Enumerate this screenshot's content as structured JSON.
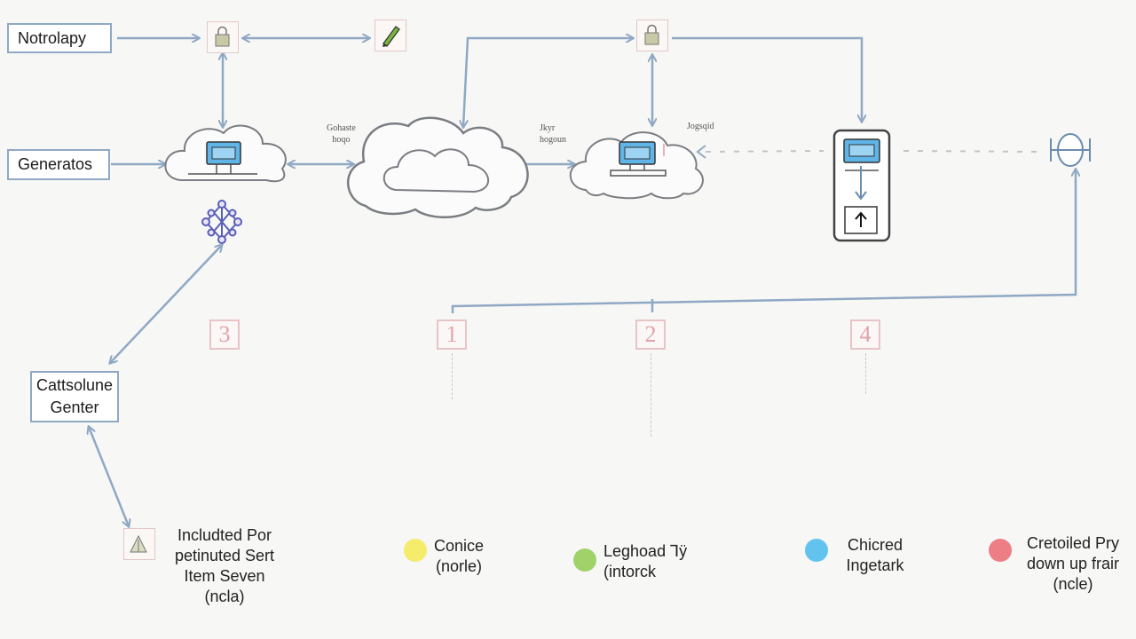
{
  "boxes": {
    "notrolapy": "Notrolapy",
    "generators": "Generatos",
    "console_line1": "Cattsolune",
    "console_line2": "Genter"
  },
  "cloud_labels": {
    "left": [
      "Gohaste",
      "hoqo"
    ],
    "middle": [
      "Jkyr",
      "hogoun"
    ],
    "right": "Jogsqid"
  },
  "step_numbers": [
    "3",
    "1",
    "2",
    "4"
  ],
  "legend": {
    "included": [
      "Includted Por",
      "petinuted Sert",
      "Item Seven",
      "(ncla)"
    ],
    "items": [
      {
        "color": "#f4ec6a",
        "lines": [
          "Conice",
          "(norle)"
        ]
      },
      {
        "color": "#9fd36a",
        "lines": [
          "Leghoad Ꞁÿ",
          "(intorck"
        ]
      },
      {
        "color": "#62c3ef",
        "lines": [
          "Chicred",
          "Ingetark"
        ]
      },
      {
        "color": "#ee7e86",
        "lines": [
          "Cretoiled Pry",
          "down up frair",
          "(ncle)"
        ]
      }
    ]
  },
  "colors": {
    "connector": "#8fa8c4",
    "cloud_stroke": "#7a7d82",
    "server_blue": "#5fb5e8"
  }
}
